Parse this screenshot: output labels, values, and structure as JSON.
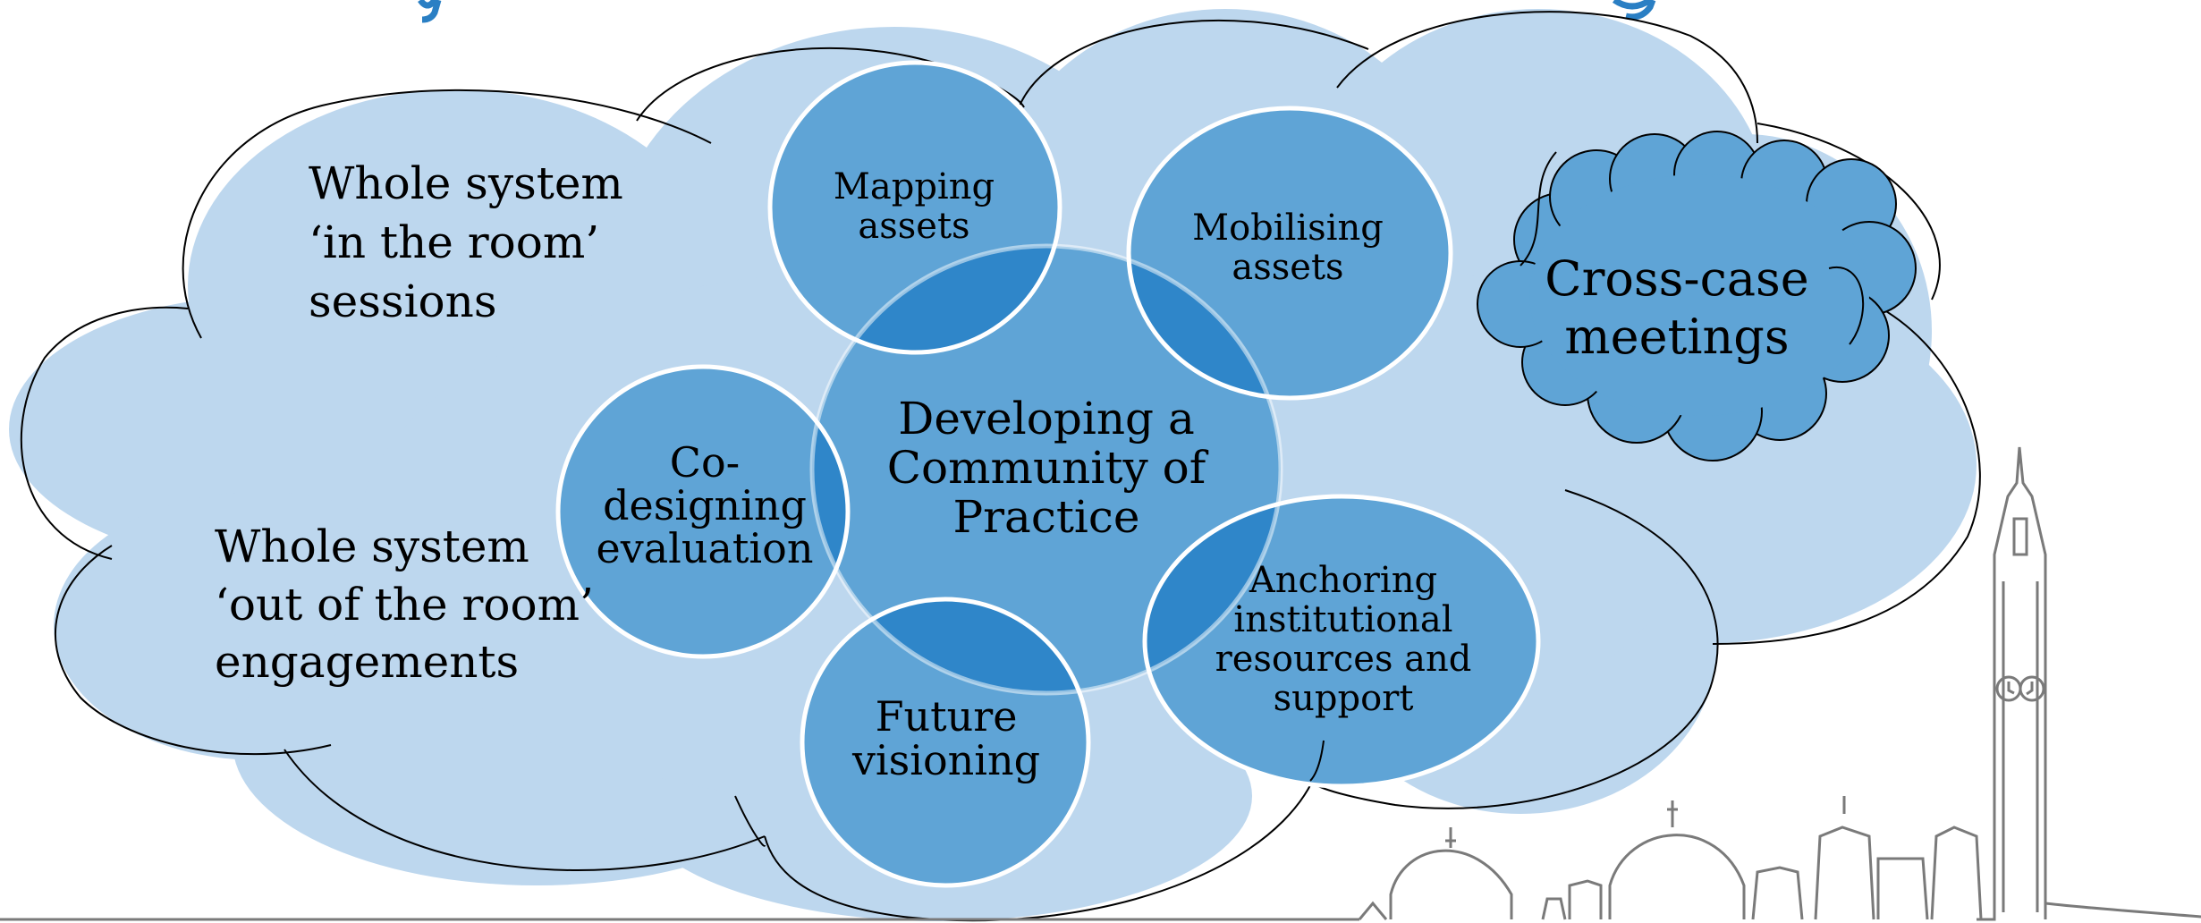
{
  "colors": {
    "cloud_fill": "#bdd7ee",
    "cloud_stroke": "#000000",
    "circle_fill": "#5fa4d6",
    "overlap_fill": "#2f86c9",
    "circle_stroke": "#ffffff",
    "skyline_stroke": "#7a7a7a",
    "title_color": "#2a7fc4"
  },
  "outer_clouds": {
    "left_label": [
      "Whole system",
      "‘in the room’",
      "sessions"
    ],
    "bottom_label": [
      "Whole system",
      "‘out of the room’",
      "engagements"
    ]
  },
  "small_cloud": {
    "label": [
      "Cross-case",
      "meetings"
    ]
  },
  "center_circle": {
    "label": [
      "Developing a",
      "Community of",
      "Practice"
    ]
  },
  "satellite_circles": {
    "mapping": [
      "Mapping",
      "assets"
    ],
    "mobilising": [
      "Mobilising",
      "assets"
    ],
    "codesigning": [
      "Co-",
      "designing",
      "evaluation"
    ],
    "future": [
      "Future",
      "visioning"
    ],
    "anchoring": [
      "Anchoring",
      "institutional",
      "resources and",
      "support"
    ]
  },
  "decorations": {
    "skyline": "city-skyline-with-clock-tower"
  }
}
